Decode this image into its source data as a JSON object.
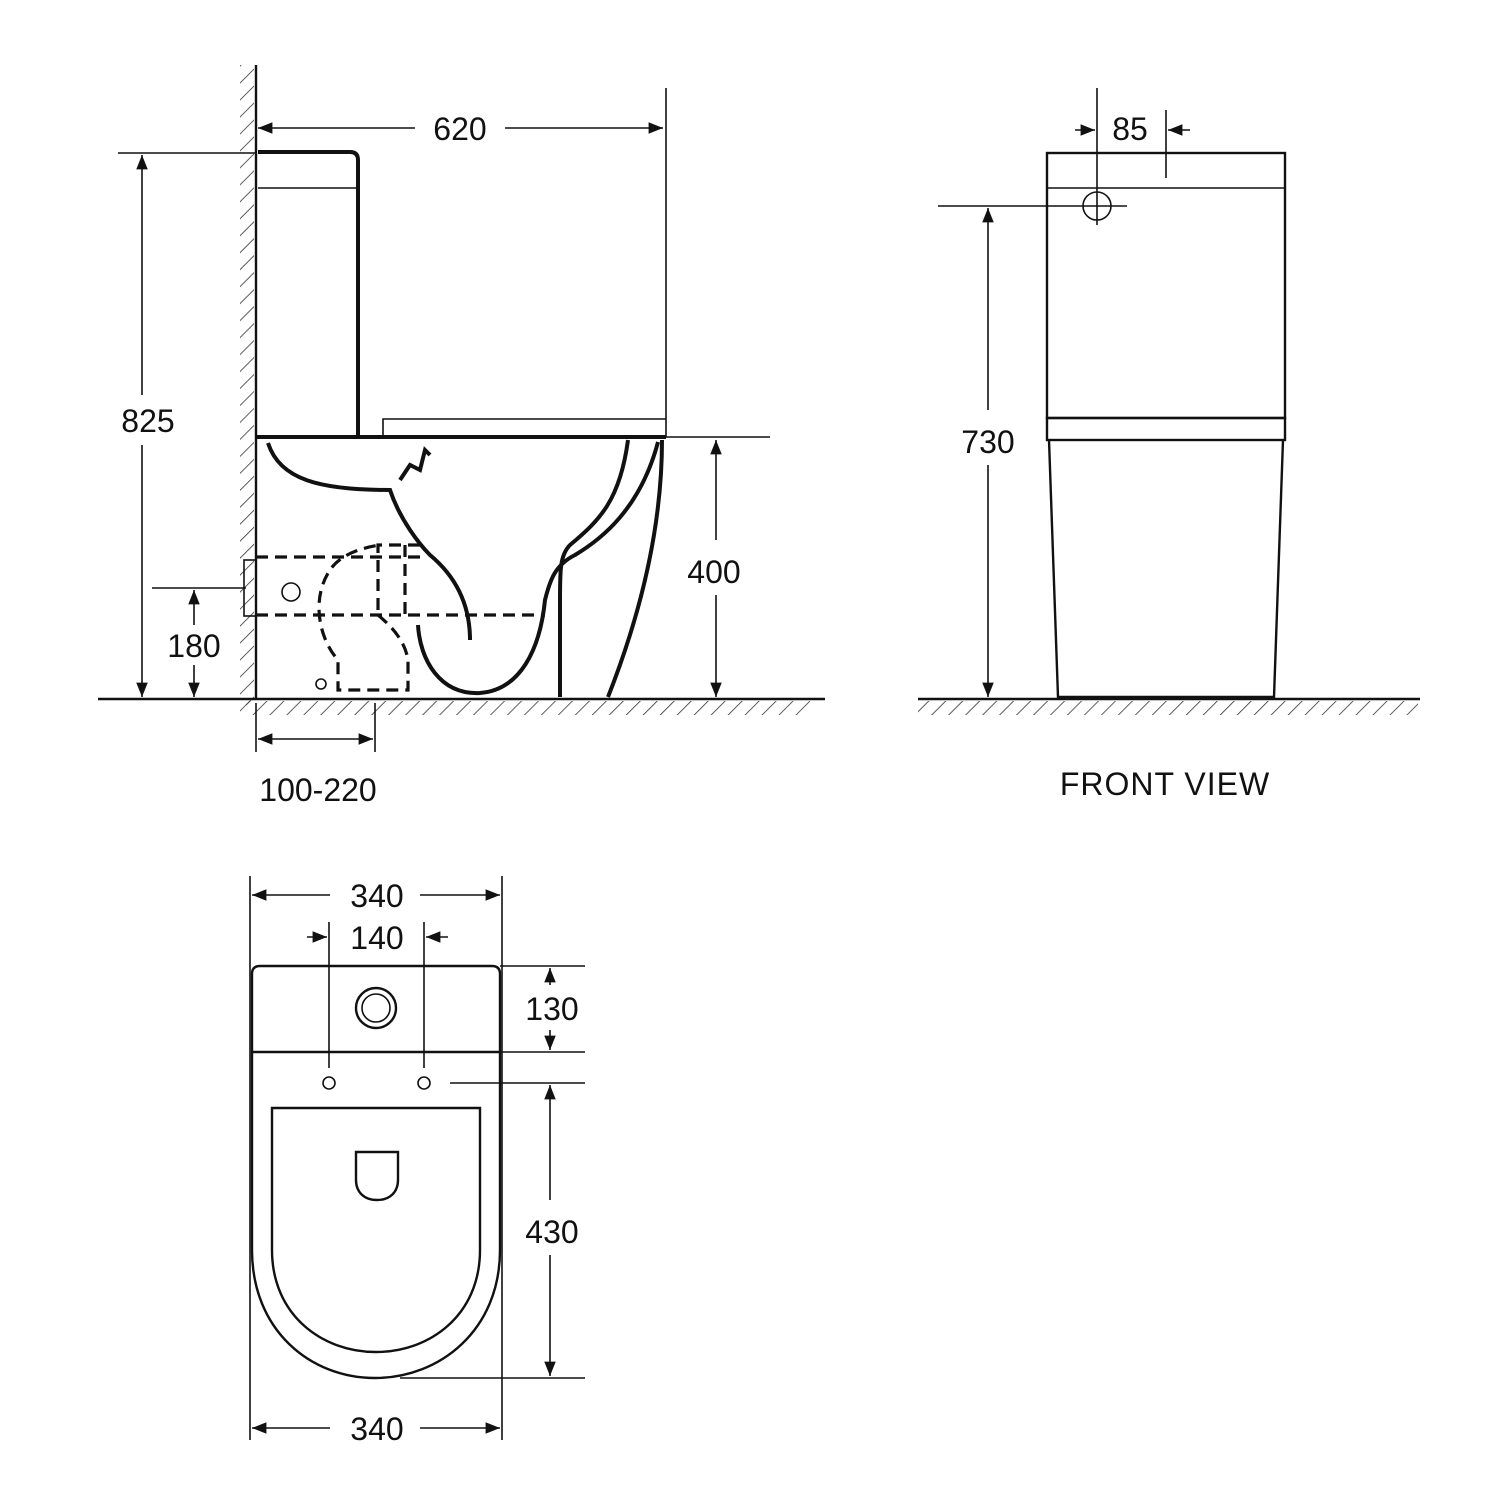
{
  "side_view": {
    "dim_depth": "620",
    "dim_total_height": "825",
    "dim_seat_height": "400",
    "dim_inlet_height": "180",
    "dim_rough_in": "100-220"
  },
  "front_view": {
    "dim_inlet_offset": "85",
    "dim_inlet_height": "730",
    "label": "FRONT VIEW"
  },
  "top_view": {
    "dim_top_width": "340",
    "dim_bolt_spacing": "140",
    "dim_tank_depth": "130",
    "dim_bowl_length": "430",
    "dim_bottom_width": "340"
  }
}
